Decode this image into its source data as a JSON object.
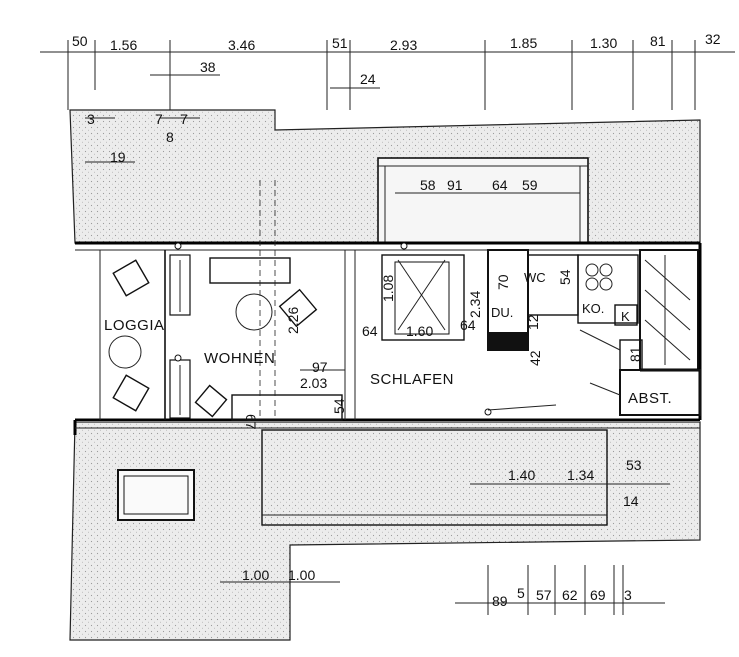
{
  "rooms": {
    "loggia": "LOGGIA",
    "wohnen": "WOHNEN",
    "schlafen": "SCHLAFEN",
    "kochen": "KO.",
    "abstell": "ABST.",
    "dusche": "DU.",
    "wc": "WC",
    "kuehlschrank": "K"
  },
  "dims_top": [
    "50",
    "1.56",
    "3.46",
    "51",
    "2.93",
    "1.85",
    "1.30",
    "81",
    "32"
  ],
  "dims_top2": [
    "38",
    "24"
  ],
  "dims_left": [
    "3",
    "7",
    "7",
    "8",
    "19"
  ],
  "dims_window": [
    "58",
    "91",
    "64",
    "59"
  ],
  "dims_inner": [
    "1.08",
    "1.60",
    "2.34",
    "70",
    "54",
    "12",
    "42",
    "64",
    "64",
    "2.26",
    "97",
    "2.03",
    "54",
    "67",
    "81"
  ],
  "dims_bottom_right": [
    "1.40",
    "1.34",
    "53",
    "14"
  ],
  "dims_bottom_left": [
    "1.00",
    "1.00"
  ],
  "dims_bottom": [
    "89",
    "5",
    "57",
    "62",
    "69",
    "3"
  ],
  "colors": {
    "hatch": "#e4e4e4",
    "line": "#111111"
  }
}
